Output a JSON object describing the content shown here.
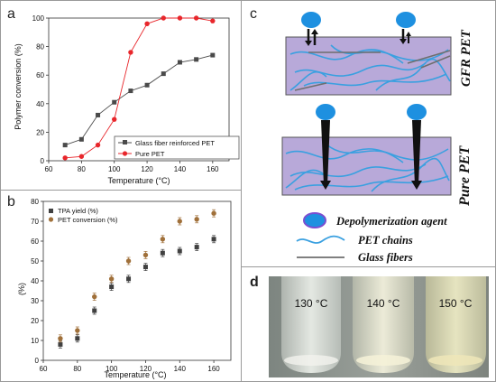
{
  "panels": {
    "a": "a",
    "b": "b",
    "c": "c",
    "d": "d"
  },
  "chart_data": [
    {
      "type": "line",
      "panel": "a",
      "xlabel": "Temperature (°C)",
      "ylabel": "Polymer conversion (%)",
      "xlim": [
        60,
        170
      ],
      "ylim": [
        0,
        100
      ],
      "xticks": [
        60,
        80,
        100,
        120,
        140,
        160
      ],
      "yticks": [
        0,
        20,
        40,
        60,
        80,
        100
      ],
      "legend_position": "bottom-right",
      "series": [
        {
          "name": "Glass fiber reinforced PET",
          "color": "#4a4a4a",
          "marker": "square",
          "points": [
            [
              70,
              11
            ],
            [
              80,
              15
            ],
            [
              90,
              32
            ],
            [
              100,
              41
            ],
            [
              110,
              49
            ],
            [
              120,
              53
            ],
            [
              130,
              61
            ],
            [
              140,
              69
            ],
            [
              150,
              71
            ],
            [
              160,
              74
            ]
          ]
        },
        {
          "name": "Pure PET",
          "color": "#e8262b",
          "marker": "circle",
          "points": [
            [
              70,
              2
            ],
            [
              80,
              3
            ],
            [
              90,
              11
            ],
            [
              100,
              29
            ],
            [
              110,
              76
            ],
            [
              120,
              96
            ],
            [
              130,
              100
            ],
            [
              140,
              100
            ],
            [
              150,
              100
            ],
            [
              160,
              98
            ]
          ]
        }
      ]
    },
    {
      "type": "scatter",
      "panel": "b",
      "xlabel": "Temperature (°C)",
      "ylabel": "(%)",
      "xlim": [
        60,
        170
      ],
      "ylim": [
        0,
        80
      ],
      "xticks": [
        60,
        80,
        100,
        120,
        140,
        160
      ],
      "yticks": [
        0,
        10,
        20,
        30,
        40,
        50,
        60,
        70,
        80
      ],
      "legend_position": "top-left",
      "series": [
        {
          "name": "TPA yield (%)",
          "color": "#404040",
          "marker": "square",
          "points": [
            [
              70,
              8
            ],
            [
              80,
              11
            ],
            [
              90,
              25
            ],
            [
              100,
              37
            ],
            [
              110,
              41
            ],
            [
              120,
              47
            ],
            [
              130,
              54
            ],
            [
              140,
              55
            ],
            [
              150,
              57
            ],
            [
              160,
              61
            ]
          ]
        },
        {
          "name": "PET conversion (%)",
          "color": "#a0703a",
          "marker": "circle",
          "points": [
            [
              70,
              11
            ],
            [
              80,
              15
            ],
            [
              90,
              32
            ],
            [
              100,
              41
            ],
            [
              110,
              50
            ],
            [
              120,
              53
            ],
            [
              130,
              61
            ],
            [
              140,
              70
            ],
            [
              150,
              71
            ],
            [
              160,
              74
            ]
          ]
        }
      ]
    }
  ],
  "diagram_c": {
    "labels": {
      "gfr_pet": "GFR PET",
      "pure_pet": "Pure PET"
    },
    "legend": [
      {
        "text": "Depolymerization agent",
        "icon": "blue-ellipse-icon"
      },
      {
        "text": "PET chains",
        "icon": "blue-wave-icon"
      },
      {
        "text": "Glass fibers",
        "icon": "gray-line-icon"
      }
    ],
    "colors": {
      "box_fill": "#b8a9d9",
      "chain": "#3aa0e0",
      "agent": "#1e90e0",
      "fiber": "#6e6e6e"
    }
  },
  "photo_d": {
    "tubes": [
      {
        "label": "130 °C"
      },
      {
        "label": "140 °C"
      },
      {
        "label": "150 °C"
      }
    ]
  }
}
